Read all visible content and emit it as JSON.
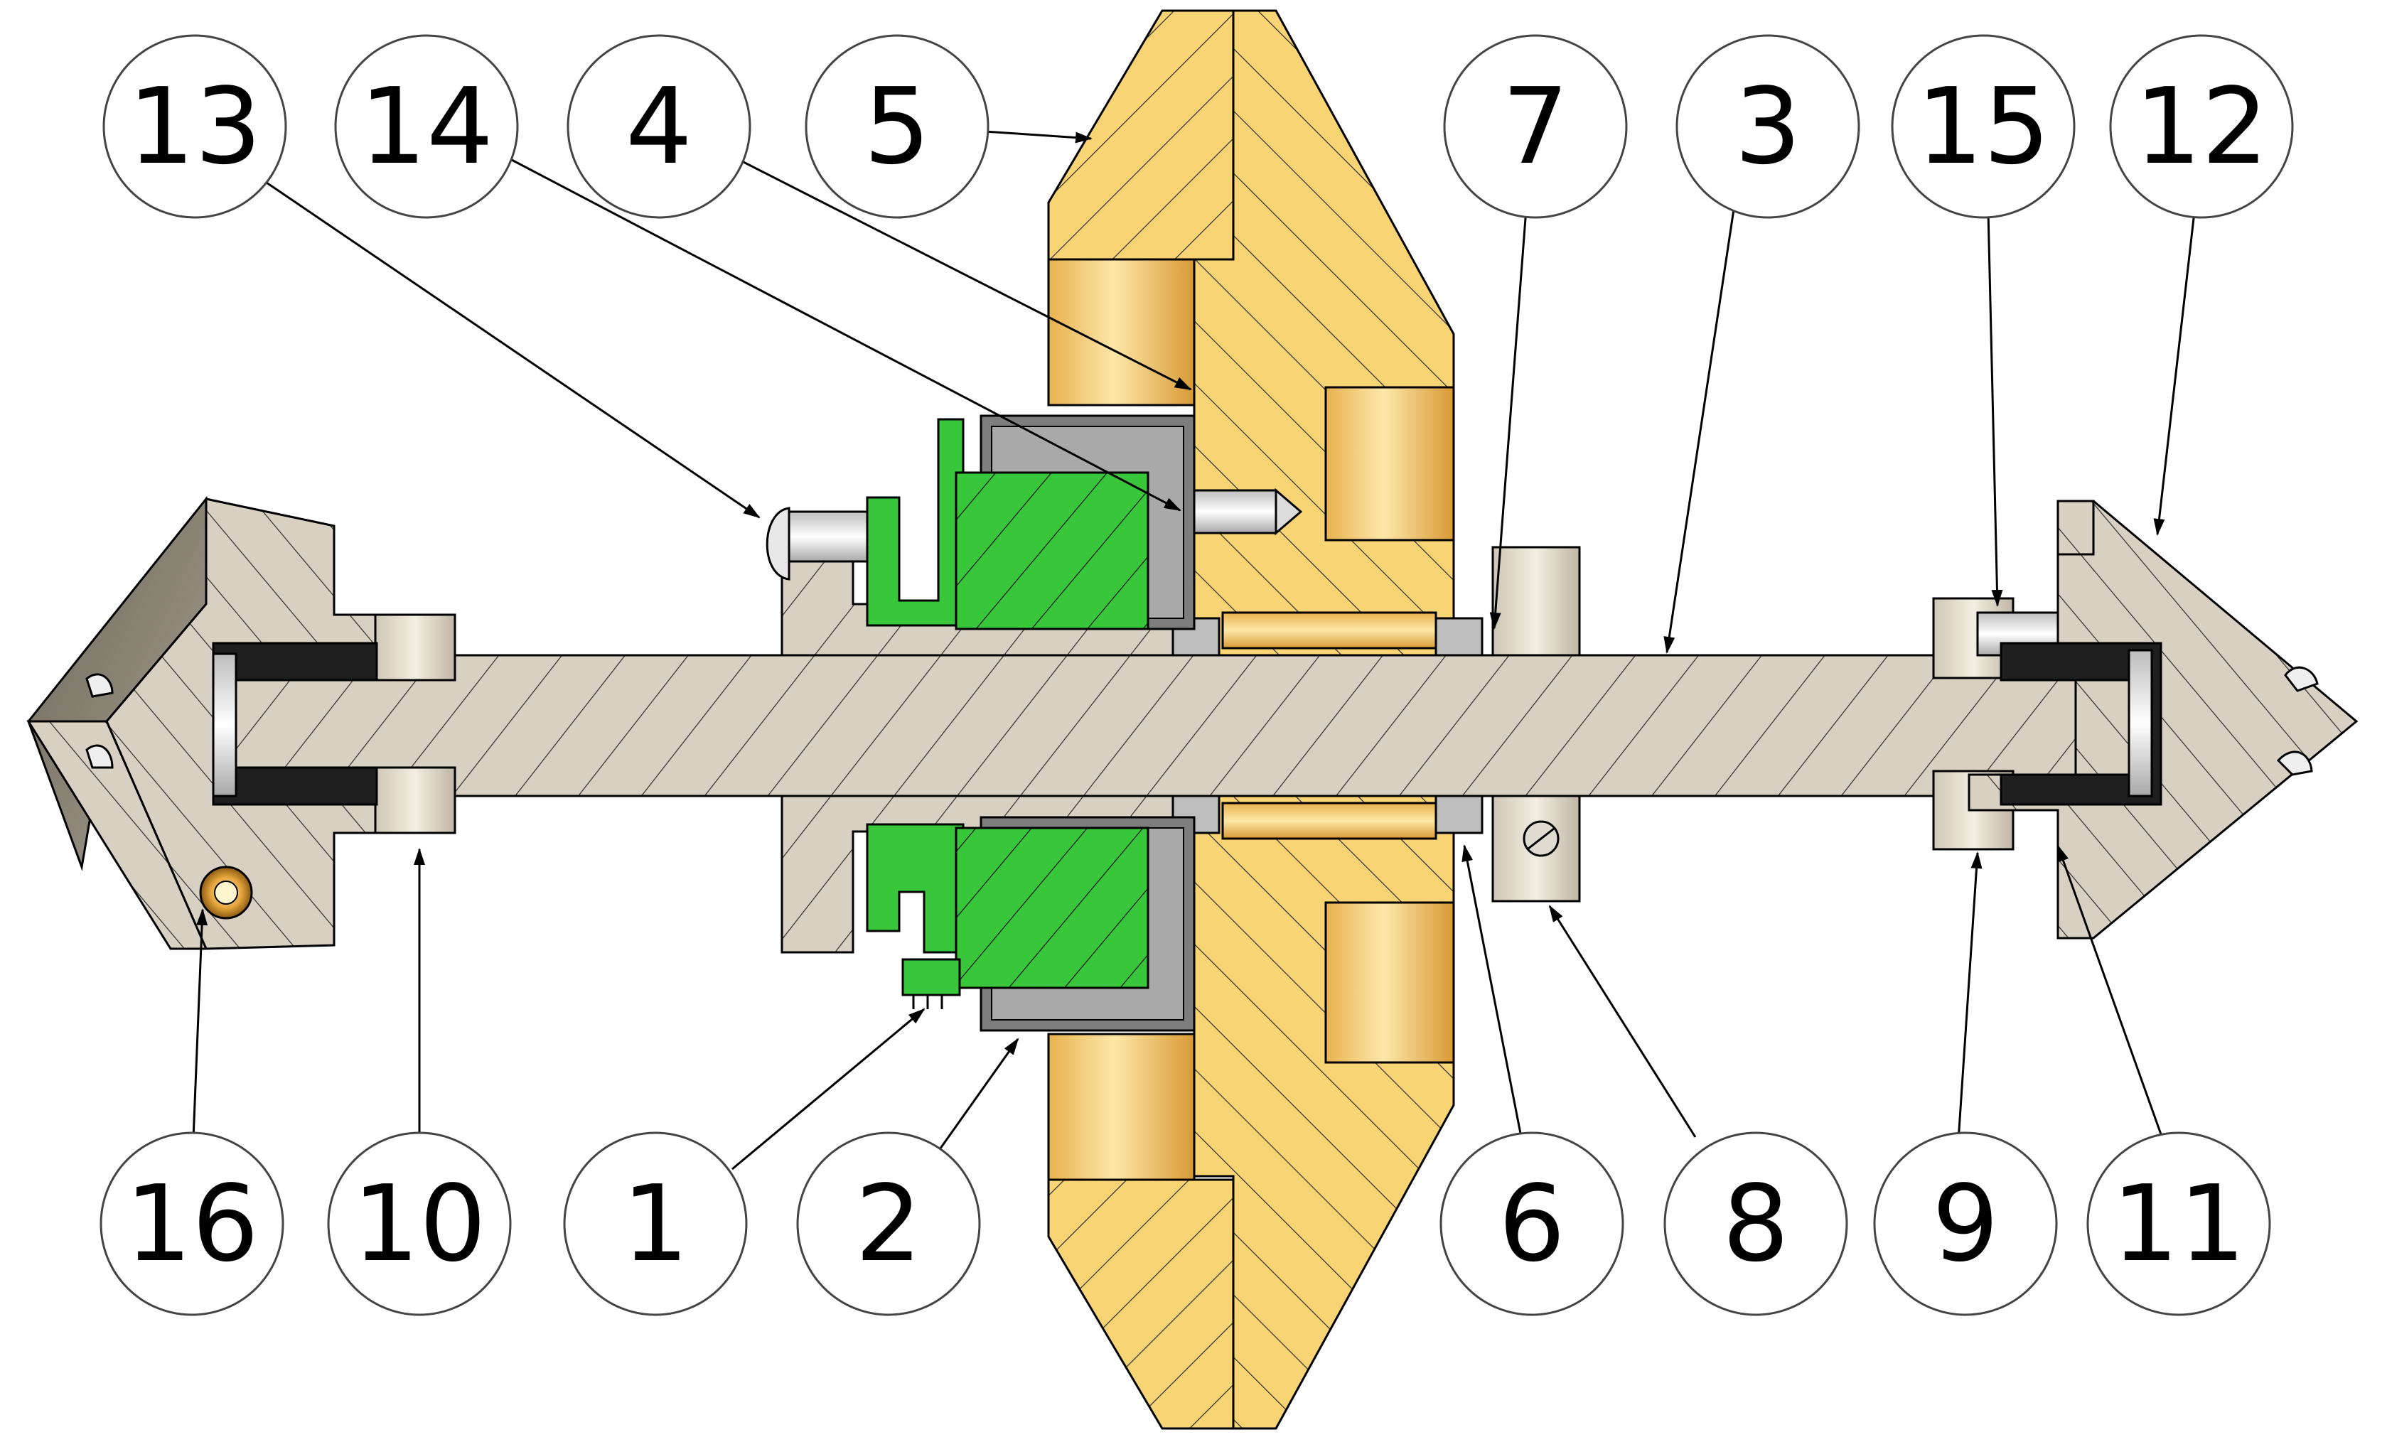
{
  "balloons": [
    {
      "id": "13",
      "label": "13"
    },
    {
      "id": "14",
      "label": "14"
    },
    {
      "id": "4",
      "label": "4"
    },
    {
      "id": "5",
      "label": "5"
    },
    {
      "id": "7",
      "label": "7"
    },
    {
      "id": "3",
      "label": "3"
    },
    {
      "id": "15",
      "label": "15"
    },
    {
      "id": "12",
      "label": "12"
    },
    {
      "id": "16",
      "label": "16"
    },
    {
      "id": "10",
      "label": "10"
    },
    {
      "id": "1",
      "label": "1"
    },
    {
      "id": "2",
      "label": "2"
    },
    {
      "id": "6",
      "label": "6"
    },
    {
      "id": "8",
      "label": "8"
    },
    {
      "id": "9",
      "label": "9"
    },
    {
      "id": "11",
      "label": "11"
    }
  ],
  "colors": {
    "shaft": "#d8d0c2",
    "shaft_dark": "#9a9284",
    "brass": "#f9d474",
    "brass_dark": "#e0a93f",
    "green": "#38c63a",
    "green_dark": "#1f8f22",
    "gray": "#7d7d7d",
    "black": "#1e1e1e",
    "steel": "#ececec",
    "bronze": "#d89a3c"
  }
}
